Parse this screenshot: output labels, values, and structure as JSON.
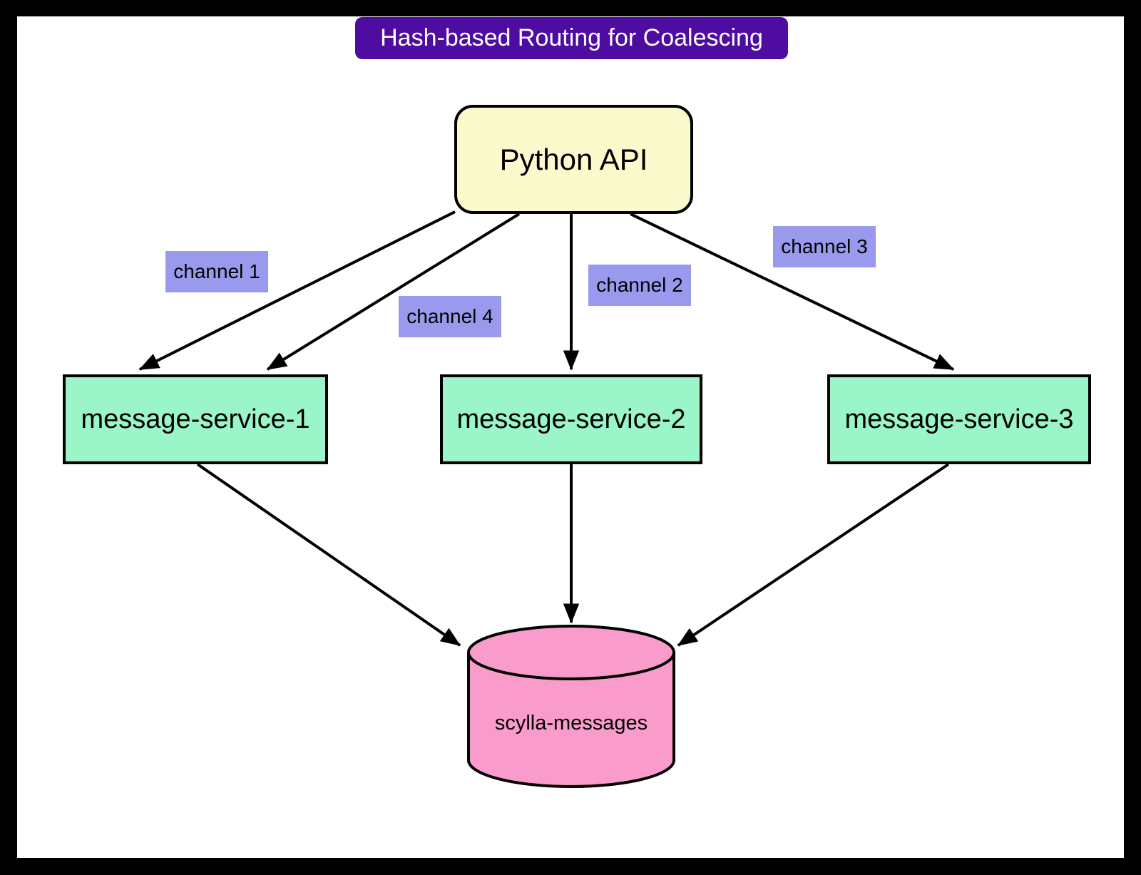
{
  "diagram": {
    "title": "Hash-based Routing for Coalescing",
    "nodes": {
      "api": {
        "label": "Python API"
      },
      "service1": {
        "label": "message-service-1"
      },
      "service2": {
        "label": "message-service-2"
      },
      "service3": {
        "label": "message-service-3"
      },
      "database": {
        "label": "scylla-messages",
        "shape": "cylinder"
      }
    },
    "edges": [
      {
        "from": "Python API",
        "to": "message-service-1",
        "label": "channel 1"
      },
      {
        "from": "Python API",
        "to": "message-service-1",
        "label": "channel 4"
      },
      {
        "from": "Python API",
        "to": "message-service-2",
        "label": "channel 2"
      },
      {
        "from": "Python API",
        "to": "message-service-3",
        "label": "channel 3"
      },
      {
        "from": "message-service-1",
        "to": "scylla-messages",
        "label": ""
      },
      {
        "from": "message-service-2",
        "to": "scylla-messages",
        "label": ""
      },
      {
        "from": "message-service-3",
        "to": "scylla-messages",
        "label": ""
      }
    ],
    "colors": {
      "frame": "#000000",
      "canvas": "#FFFFFF",
      "title_bg": "#4E0CA0",
      "title_text": "#FFFFFF",
      "api_fill": "#FBFACD",
      "node_fill": "#9AF5C8",
      "label_fill": "#9999EE",
      "db_fill": "#F99CCB",
      "line": "#000000",
      "text": "#000000"
    }
  }
}
